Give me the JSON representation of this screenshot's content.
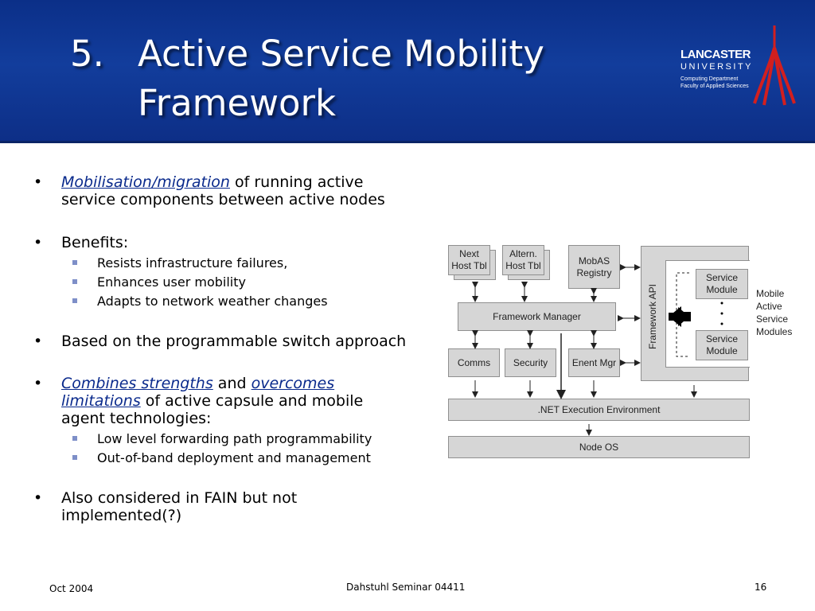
{
  "slide": {
    "title_number": "5.",
    "title_line1": "Active Service Mobility",
    "title_line2": "Framework"
  },
  "logo": {
    "name": "LANCASTER",
    "university": "UNIVERSITY",
    "dept": "Computing Department",
    "faculty": "Faculty of Applied Sciences"
  },
  "bullets": {
    "b1_link": "Mobilisation/migration",
    "b1_rest": " of running active",
    "b1_line2": "service components between active nodes",
    "b2": "Benefits:",
    "b2_subs": [
      "Resists infrastructure failures,",
      "Enhances user mobility",
      "Adapts to network weather changes"
    ],
    "b3": "Based on the programmable switch approach",
    "b4_link1": "Combines strengths",
    "b4_and": " and ",
    "b4_link2": "overcomes",
    "b4_link3": "limitations",
    "b4_rest": " of active capsule and mobile",
    "b4_line3": "agent technologies:",
    "b4_subs": [
      "Low level forwarding path programmability",
      "Out-of-band deployment and management"
    ],
    "b5_line1": "Also considered in FAIN but not",
    "b5_line2": "implemented(?)"
  },
  "diagram": {
    "next_host": [
      "Next",
      "Host Tbl"
    ],
    "altern_host": [
      "Altern.",
      "Host Tbl"
    ],
    "mobas": [
      "MobAS",
      "Registry"
    ],
    "framework_manager": "Framework Manager",
    "framework_api": "Framework API",
    "service_module": [
      "Service",
      "Module"
    ],
    "mobile_label": [
      "Mobile",
      "Active",
      "Service",
      "Modules"
    ],
    "comms": "Comms",
    "security": "Security",
    "enent": "Enent Mgr",
    "net_env": ".NET Execution Environment",
    "node_os": "Node OS"
  },
  "footer": {
    "date": "Oct 2004",
    "seminar": "Dahstuhl Seminar 04411",
    "page": "16"
  },
  "colors": {
    "header": "#0b2f88",
    "link": "#0a2a8c",
    "box": "#d6d6d6",
    "sub_bullet": "#7e8fc8"
  }
}
